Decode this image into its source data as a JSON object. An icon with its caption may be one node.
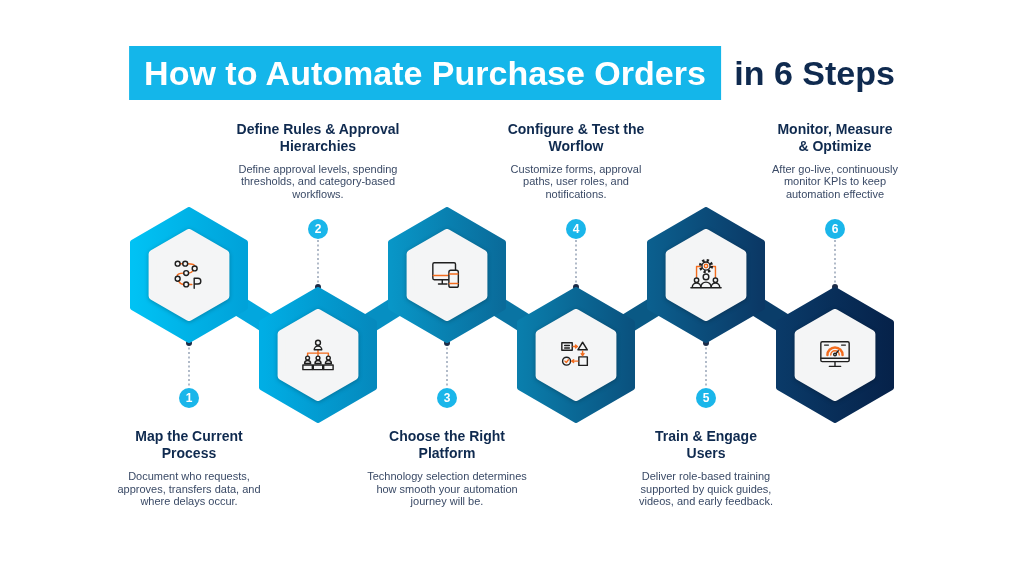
{
  "diagram": {
    "title": "How to Automate Purchase Orders in 6 Steps",
    "nodes": [
      {
        "text": [],
        "shape": "hexagon"
      },
      {
        "text": [
          "1"
        ],
        "beside": [
          "Map the Current Process",
          "Document who requests, approves, transfers data, and where delays occur."
        ]
      },
      {
        "text": [],
        "shape": "hexagon"
      },
      {
        "text": [
          "2"
        ],
        "beside": [
          "Define Rules & Approval Hierarchies",
          "Define approval levels, spending thresholds, and category-based workflows."
        ]
      },
      {
        "text": [],
        "shape": "hexagon"
      },
      {
        "text": [
          "3"
        ],
        "beside": [
          "Choose the Right Platform",
          "Technology selection determines how smooth your automation journey will be."
        ]
      },
      {
        "text": [],
        "shape": "hexagon"
      },
      {
        "text": [
          "4"
        ],
        "beside": [
          "Configure & Test the Worflow",
          "Customize forms, approval paths, user roles, and notifications."
        ]
      },
      {
        "text": [],
        "shape": "hexagon"
      },
      {
        "text": [
          "5"
        ],
        "beside": [
          "Train & Engage Users",
          "Deliver role-based training supported by quick guides, videos, and early feedback."
        ]
      },
      {
        "text": [],
        "shape": "hexagon"
      },
      {
        "text": [
          "6"
        ],
        "beside": [
          "Monitor, Measure & Optimize",
          "After go-live, continuously monitor KPIs to keep automation effective"
        ]
      }
    ],
    "edges": [
      {
        "from": 0,
        "to": 1,
        "arrow": "other",
        "style": "dashed"
      },
      {
        "from": 0,
        "to": 2,
        "arrow": "none",
        "style": "thick",
        "color": "#02a7de"
      },
      {
        "from": 2,
        "to": 3,
        "arrow": "other",
        "style": "dashed"
      },
      {
        "from": 2,
        "to": 4,
        "arrow": "none",
        "style": "thick",
        "color": "#068fc2"
      },
      {
        "from": 4,
        "to": 5,
        "arrow": "other",
        "style": "dashed"
      },
      {
        "from": 4,
        "to": 6,
        "arrow": "none",
        "style": "thick",
        "color": "#0a74a3"
      },
      {
        "from": 6,
        "to": 7,
        "arrow": "other",
        "style": "dashed"
      },
      {
        "from": 6,
        "to": 8,
        "arrow": "none",
        "style": "thick",
        "color": "#0a5985"
      },
      {
        "from": 8,
        "to": 9,
        "arrow": "other",
        "style": "dashed"
      },
      {
        "from": 8,
        "to": 10,
        "arrow": "none",
        "style": "thick",
        "color": "#0a3d69"
      },
      {
        "from": 10,
        "to": 11,
        "arrow": "other",
        "style": "dashed"
      }
    ]
  }
}
